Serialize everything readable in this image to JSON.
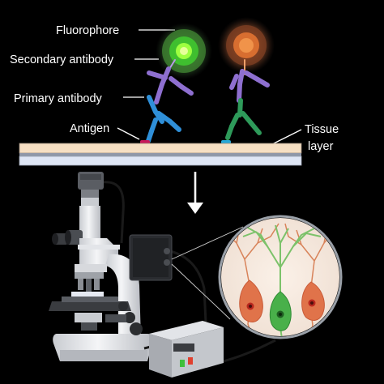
{
  "labels": {
    "fluorophore": "Fluorophore",
    "secondary_antibody": "Secondary antibody",
    "primary_antibody": "Primary antibody",
    "antigen": "Antigen",
    "tissue": "Tissue",
    "layer": "layer"
  },
  "colors": {
    "background": "#000000",
    "tissue_layer": "#f6dfc3",
    "slide": "#dfe6f5",
    "green_fluorophore": "#4cff3a",
    "orange_fluorophore": "#e8833a",
    "secondary_antibody": "#8e6fd0",
    "primary_antibody_left": "#2f8fd8",
    "primary_antibody_right": "#2e9a5a",
    "antigen_left": "#c8185a",
    "antigen_right": "#27a8d8",
    "neuron_orange": "#e0734a",
    "neuron_green": "#49b04a",
    "dendrite_green": "#7cc26a"
  },
  "icons": [
    "down-arrow-icon",
    "microscope-icon",
    "power-supply-icon",
    "neuron-zoom-icon"
  ]
}
